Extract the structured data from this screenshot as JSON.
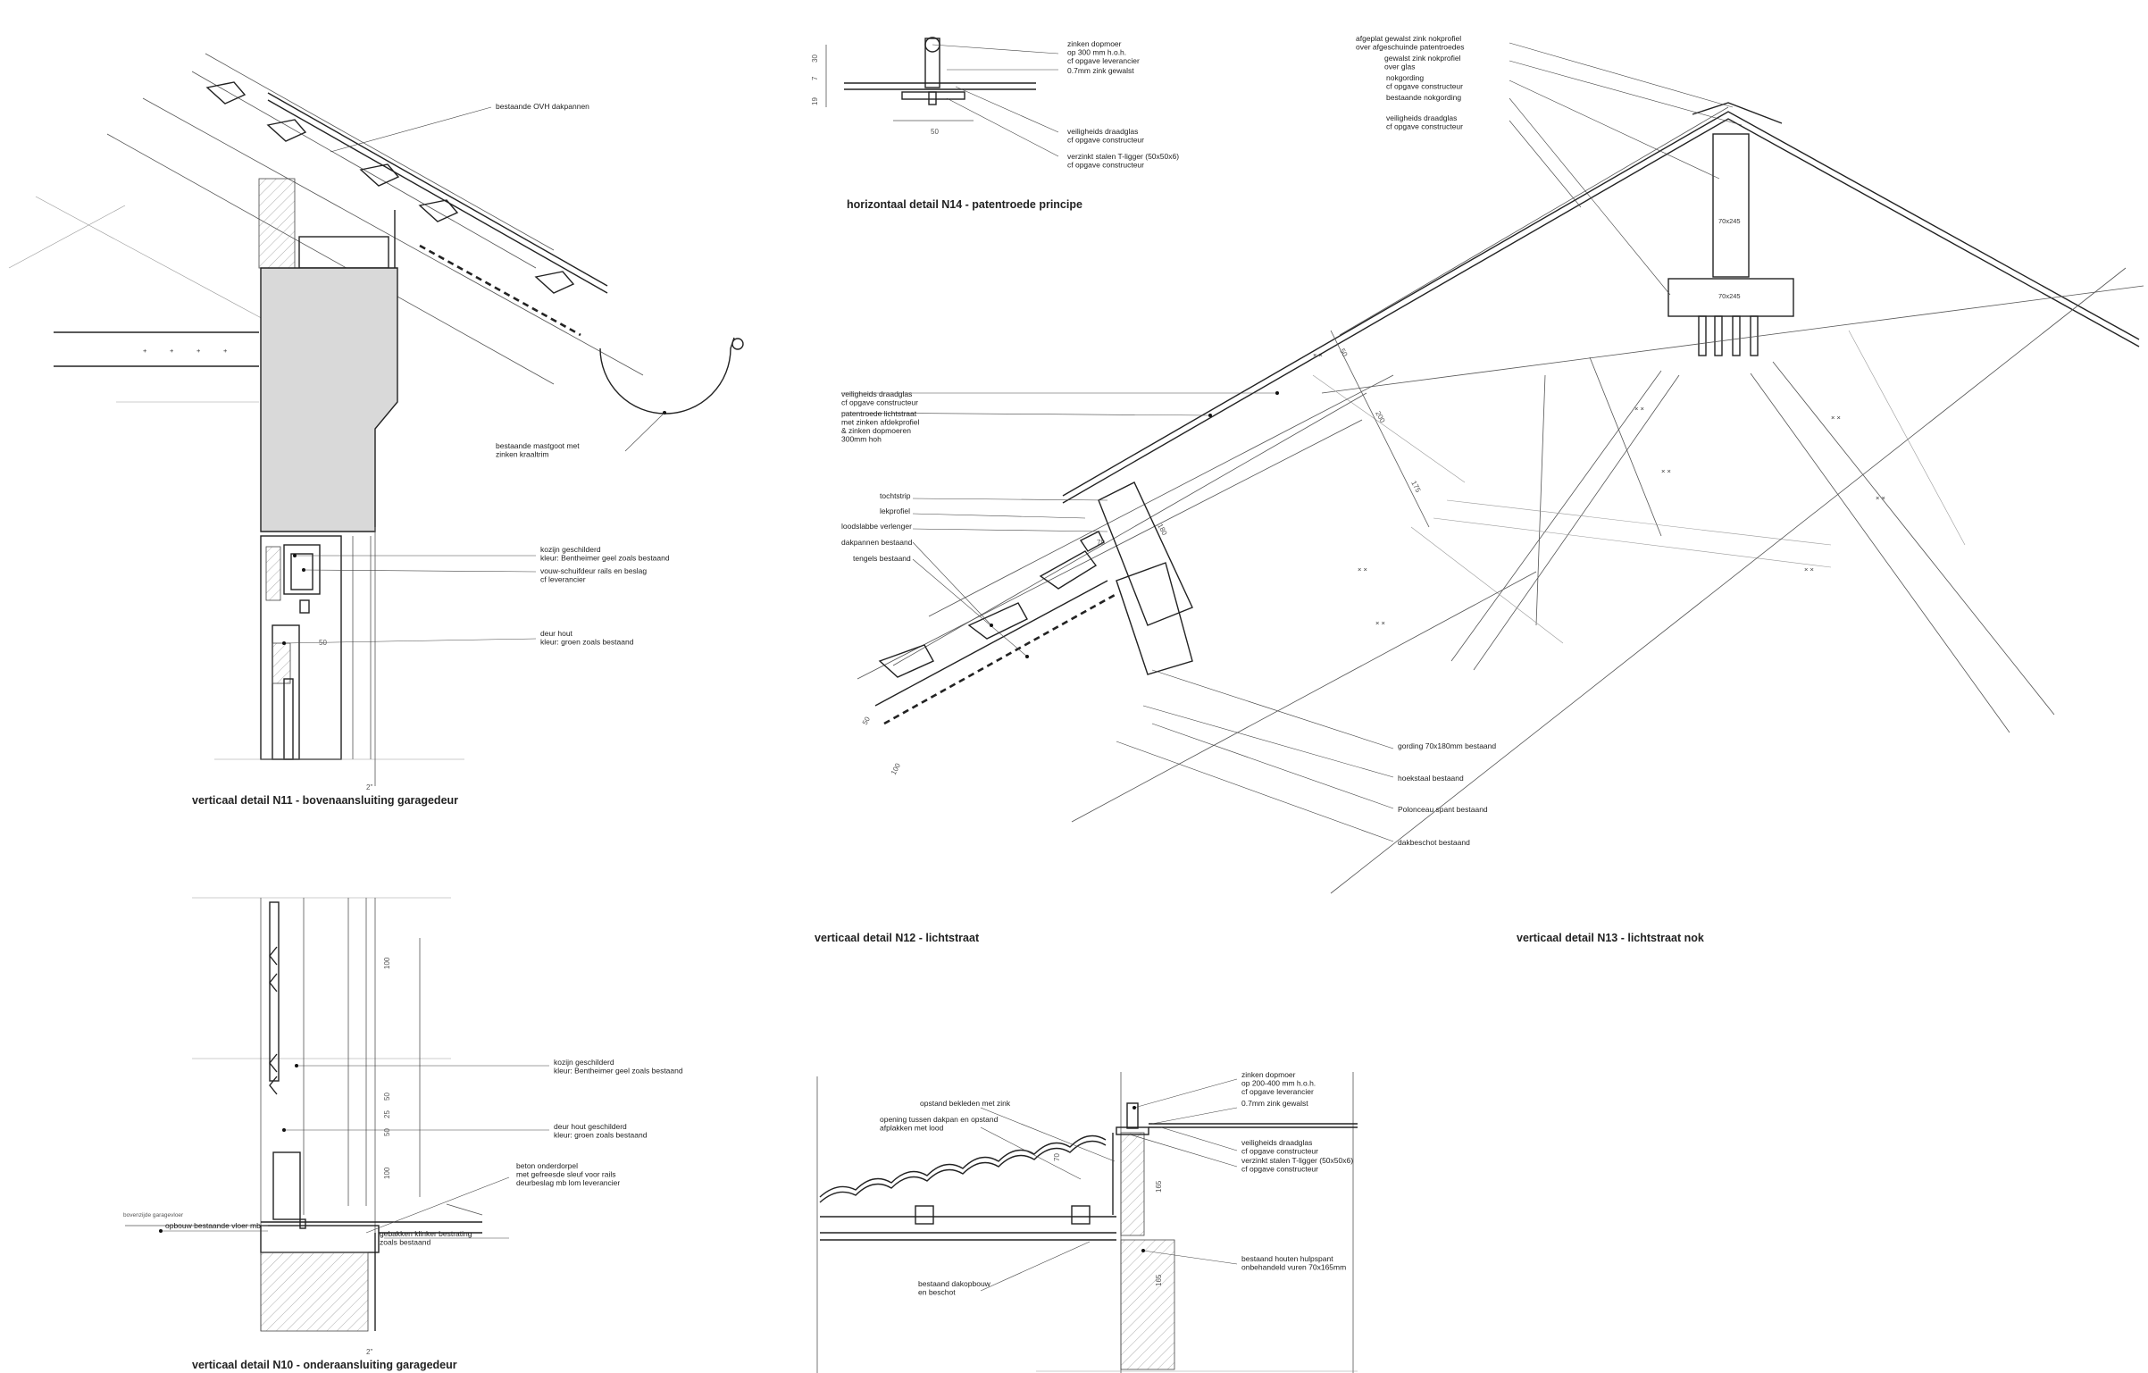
{
  "titles": {
    "n11": "verticaal detail N11 - bovenaansluiting garagedeur",
    "n14": "horizontaal detail N14 - patentroede principe",
    "n12": "verticaal detail N12 - lichtstraat",
    "n13": "verticaal detail N13 - lichtstraat nok",
    "n10": "verticaal detail N10  - onderaansluiting garagedeur"
  },
  "n11_labels": [
    "bestaande OVH dakpannen",
    "bestaande mastgoot met\nzinken kraaltrim",
    "kozijn geschilderd\nkleur: Bentheimer geel zoals bestaand",
    "vouw-schuifdeur rails en beslag\ncf leverancier",
    "deur hout\nkleur: groen zoals bestaand"
  ],
  "n11_dims": [
    "50",
    "2\""
  ],
  "n14_labels": [
    "zinken dopmoer\nop 300 mm h.o.h.\ncf opgave leverancier",
    "0.7mm zink gewalst",
    "veiligheids draadglas\ncf opgave constructeur",
    "verzinkt stalen T-ligger (50x50x6)\ncf opgave constructeur"
  ],
  "n14_dims": [
    "30",
    "7",
    "19",
    "50"
  ],
  "n12_labels": [
    "veiligheids draadglas\ncf opgave constructeur",
    "patentroede lichtstraat\nmet zinken afdekprofiel\n& zinken dopmoeren\n300mm hoh",
    "tochtstrip",
    "lekprofiel",
    "loodslabbe verlenger",
    "dakpannen bestaand",
    "tengels bestaand",
    "gording 70x180mm bestaand",
    "hoekstaal bestaand",
    "Polonceau spant bestaand",
    "dakbeschot bestaand"
  ],
  "n12_dims": [
    "180",
    "50",
    "100",
    "70"
  ],
  "n13_labels": [
    "afgeplat gewalst zink nokprofiel\nover afgeschuinde patentroedes",
    "gewalst zink nokprofiel\nover glas",
    "nokgording\ncf opgave constructeur",
    "bestaande nokgording",
    "veiligheids draadglas\ncf opgave constructeur"
  ],
  "n13_marks": [
    "70x245",
    "70x245"
  ],
  "n13_dims": [
    "50",
    "200",
    "175"
  ],
  "n10_labels": [
    "kozijn geschilderd\nkleur: Bentheimer geel zoals bestaand",
    "deur hout geschilderd\nkleur: groen zoals bestaand",
    "beton onderdorpel\nmet gefreesde sleuf voor rails\ndeurbeslag mb lom leverancier",
    "opbouw bestaande vloer mb",
    "gebakken klinker bestrating\nzoals bestaand"
  ],
  "n10_dims": [
    "100",
    "50",
    "25",
    "50",
    "100",
    "2\""
  ],
  "n10_level": "bovenzijde garagevloer",
  "n15_labels": [
    "opstand bekleden met zink",
    "opening tussen dakpan en opstand\nafplakken met lood",
    "bestaand dakopbouw\nen beschot",
    "zinken dopmoer\nop 200-400 mm h.o.h.\ncf opgave leverancier",
    "0.7mm zink gewalst",
    "veiligheids draadglas\ncf opgave constructeur",
    "verzinkt stalen T-ligger (50x50x6)\ncf opgave constructeur",
    "bestaand houten hulpspant\nonbehandeld vuren 70x165mm"
  ],
  "n15_dims": [
    "70",
    "165",
    "165"
  ]
}
